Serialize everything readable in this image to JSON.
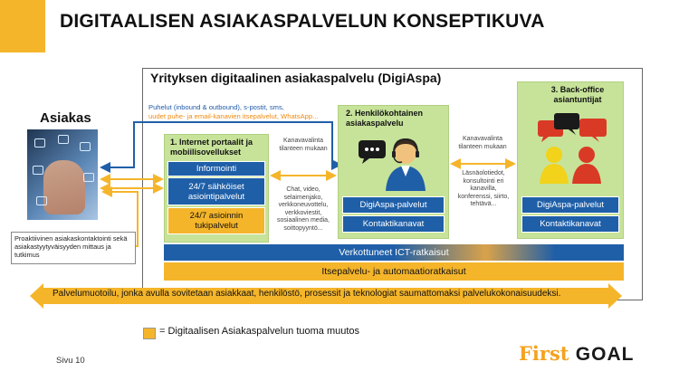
{
  "header": {
    "title": "DIGITAALISEN ASIAKASPALVELUN KONSEPTIKUVA"
  },
  "frame": {
    "title": "Yrityksen digitaalinen asiakaspalvelu (DigiAspa)"
  },
  "channels": {
    "line1": "Puhelut (inbound & outbound), s-postit, sms,",
    "line2": "uudet puhe- ja email-kanavien itsepalvelut, WhatsApp..."
  },
  "customer": {
    "label": "Asiakas",
    "note": "Proaktiivinen asiakaskontaktointi sekä asiakastyytyväisyyden mittaus ja tutkimus"
  },
  "box1": {
    "title": "1. Internet portaalit ja mobiilisovellukset",
    "items": [
      "Informointi",
      "24/7 sähköiset asiointipalvelut",
      "24/7 asioinnin tukipalvelut"
    ]
  },
  "box2": {
    "title": "2. Henkilökohtainen asiakaspalvelu",
    "items": [
      "DigiAspa-palvelut",
      "Kontaktikanavat"
    ]
  },
  "box3": {
    "title": "3. Back-office asiantuntijat",
    "items": [
      "DigiAspa-palvelut",
      "Kontaktikanavat"
    ]
  },
  "labels": {
    "routing_left": "Kanavavalinta tilanteen mukaan",
    "routing_right": "Kanavavalinta tilanteen mukaan",
    "channels_mid": "Chat, video, selaimenjako, verkkoneuvottelu, verkkoviestit, sosiaalinen media, soittopyyntö...",
    "channels_right": "Läsnäolotiedot, konsultointi eri kanavilla, konferenssi, siirto, tehtävä..."
  },
  "layers": {
    "ict": "Verkottuneet ICT-ratkaisut",
    "self": "Itsepalvelu- ja automaatioratkaisut"
  },
  "banner": "Palvelumuotoilu, jonka avulla sovitetaan asiakkaat, henkilöstö, prosessit ja teknologiat saumattomaksi palvelukokonaisuudeksi.",
  "legend": "= Digitaalisen Asiakaspalvelun tuoma muutos",
  "footer": {
    "page": "Sivu 10",
    "logo_first": "First",
    "logo_goal": "GOAL"
  },
  "colors": {
    "accent": "#f5b52a",
    "blue": "#1f5fa8",
    "green": "#c7e39a",
    "channel_text": "#1e5aa8",
    "logo_orange": "#f5a21e"
  }
}
